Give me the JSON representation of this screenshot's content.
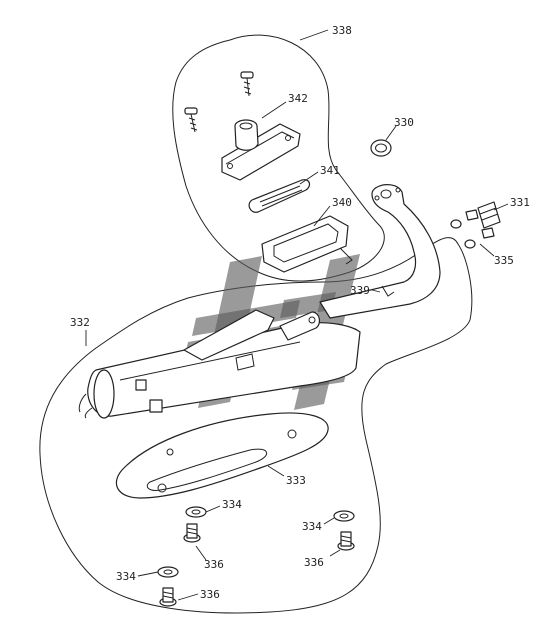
{
  "labels": {
    "l338": "338",
    "l342": "342",
    "l330": "330",
    "l341": "341",
    "l340": "340",
    "l331": "331",
    "l335": "335",
    "l339": "339",
    "l332": "332",
    "l333": "333",
    "l334a": "334",
    "l334b": "334",
    "l334c": "334",
    "l336a": "336",
    "l336b": "336",
    "l336c": "336"
  },
  "colors": {
    "line": "#222222",
    "watermark": "#5c5c5c",
    "background": "#ffffff"
  },
  "watermark": {
    "icon": "dealer-logo-watermark"
  }
}
